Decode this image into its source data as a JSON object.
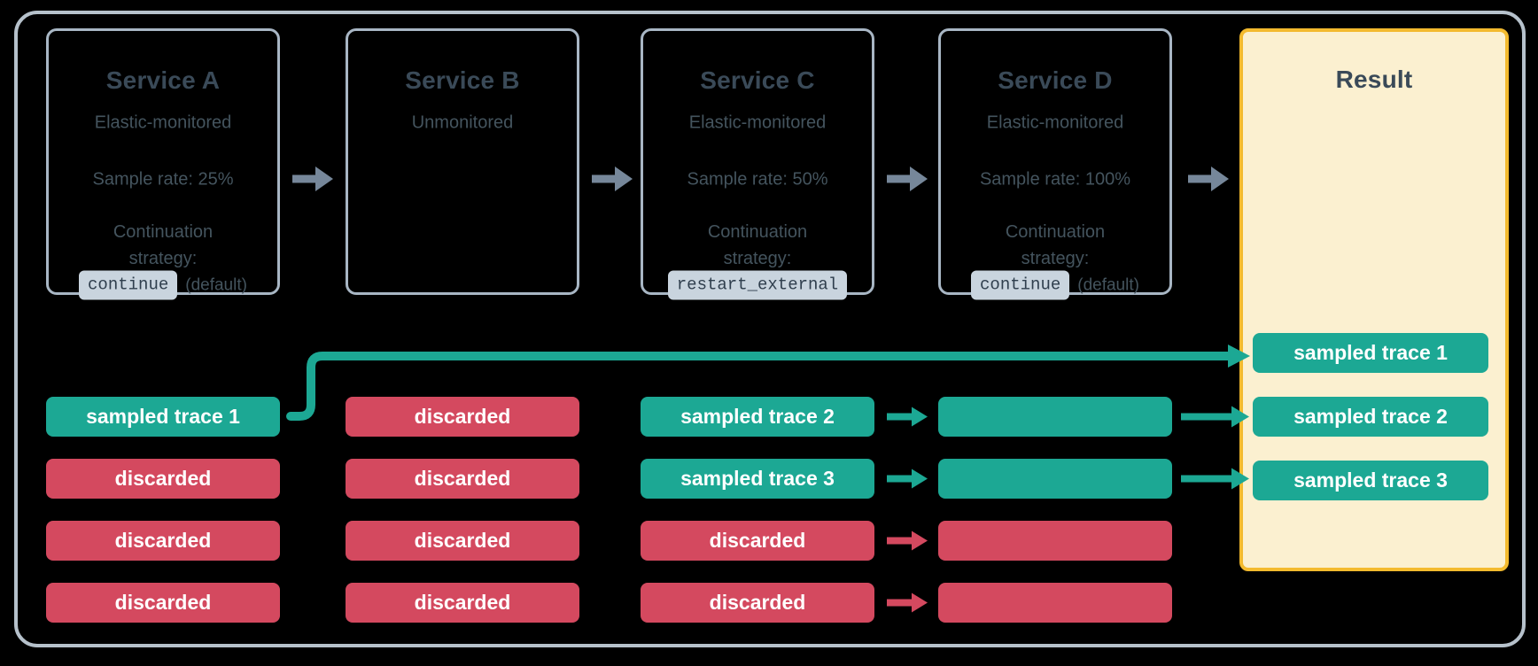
{
  "services": [
    {
      "title": "Service A",
      "monitoring": "Elastic-monitored",
      "sample_rate": "Sample rate: 25%",
      "continuation_label": "Continuation strategy:",
      "strategy_code": "continue",
      "strategy_suffix": "(default)"
    },
    {
      "title": "Service B",
      "monitoring": "Unmonitored",
      "sample_rate": "",
      "continuation_label": "",
      "strategy_code": "",
      "strategy_suffix": ""
    },
    {
      "title": "Service C",
      "monitoring": "Elastic-monitored",
      "sample_rate": "Sample rate: 50%",
      "continuation_label": "Continuation strategy:",
      "strategy_code": "restart_external",
      "strategy_suffix": ""
    },
    {
      "title": "Service D",
      "monitoring": "Elastic-monitored",
      "sample_rate": "Sample rate: 100%",
      "continuation_label": "Continuation strategy:",
      "strategy_code": "continue",
      "strategy_suffix": "(default)"
    }
  ],
  "columns": [
    {
      "service": "Service A",
      "traces": [
        {
          "label": "sampled trace 1",
          "type": "sampled"
        },
        {
          "label": "discarded",
          "type": "discarded"
        },
        {
          "label": "discarded",
          "type": "discarded"
        },
        {
          "label": "discarded",
          "type": "discarded"
        }
      ]
    },
    {
      "service": "Service B",
      "traces": [
        {
          "label": "discarded",
          "type": "discarded"
        },
        {
          "label": "discarded",
          "type": "discarded"
        },
        {
          "label": "discarded",
          "type": "discarded"
        },
        {
          "label": "discarded",
          "type": "discarded"
        }
      ]
    },
    {
      "service": "Service C",
      "traces": [
        {
          "label": "sampled trace 2",
          "type": "sampled"
        },
        {
          "label": "sampled trace 3",
          "type": "sampled"
        },
        {
          "label": "discarded",
          "type": "discarded"
        },
        {
          "label": "discarded",
          "type": "discarded"
        }
      ]
    },
    {
      "service": "Service D",
      "traces": [
        {
          "label": "",
          "type": "sampled"
        },
        {
          "label": "",
          "type": "sampled"
        },
        {
          "label": "",
          "type": "discarded"
        },
        {
          "label": "",
          "type": "discarded"
        }
      ]
    }
  ],
  "result": {
    "title": "Result",
    "traces": [
      {
        "label": "sampled trace 1",
        "type": "sampled"
      },
      {
        "label": "sampled trace 2",
        "type": "sampled"
      },
      {
        "label": "sampled trace 3",
        "type": "sampled"
      }
    ]
  },
  "colors": {
    "teal": "#1ca894",
    "red": "#d4495f",
    "yellow": "#f3ba2e",
    "cream": "#fbf0d0",
    "arrow-gray": "#76879a",
    "box-border": "#a8b6c4",
    "outer-border": "#b6c1cb",
    "heading": "#3a4a58",
    "body": "#44545e",
    "badge-bg": "#c9d4de",
    "badge-text": "#2f3e4d",
    "bar-text": "#ffffff",
    "bg": "#000000"
  }
}
